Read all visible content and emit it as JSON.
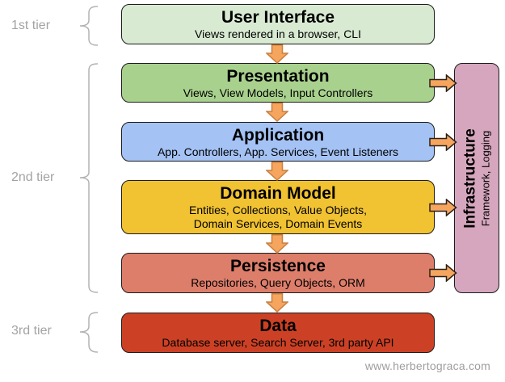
{
  "diagram": {
    "watermark": "www.herbertograca.com"
  },
  "tiers": [
    {
      "label": "1st tier"
    },
    {
      "label": "2nd tier"
    },
    {
      "label": "3rd tier"
    }
  ],
  "layers": [
    {
      "title": "User Interface",
      "subtitle": "Views rendered in a browser, CLI",
      "color": "#d9ead3"
    },
    {
      "title": "Presentation",
      "subtitle": "Views, View Models, Input Controllers",
      "color": "#a9d18e"
    },
    {
      "title": "Application",
      "subtitle": "App. Controllers, App. Services, Event Listeners",
      "color": "#a4c2f4"
    },
    {
      "title": "Domain Model",
      "subtitle": "Entities, Collections, Value Objects,\nDomain Services, Domain Events",
      "color": "#f1c232"
    },
    {
      "title": "Persistence",
      "subtitle": "Repositories, Query Objects, ORM",
      "color": "#dd7e6b"
    },
    {
      "title": "Data",
      "subtitle": "Database server, Search Server, 3rd party API",
      "color": "#cc4125"
    }
  ],
  "infrastructure": {
    "title": "Infrastructure",
    "subtitle": "Framework, Logging",
    "color": "#d5a6bd"
  },
  "colors": {
    "arrow_fill": "#f6a55f",
    "arrow_down_stroke": "#c97f3e",
    "arrow_right_stroke": "#2a211a",
    "box_border": "#1c1c1c",
    "tier_label": "#a3a3a3",
    "brace": "#b3b3b3",
    "watermark": "#9e9e9e"
  }
}
